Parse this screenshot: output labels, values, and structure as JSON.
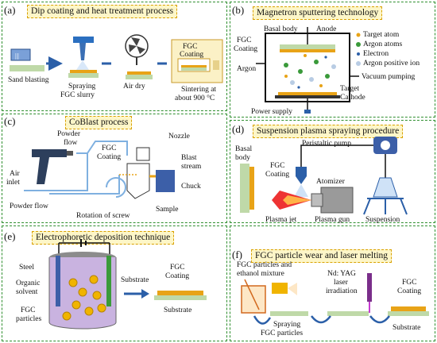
{
  "panels": {
    "a": {
      "label": "(a)",
      "title": "Dip coating and heat treatment process",
      "step1": "Sand blasting",
      "step2": [
        "Spraying",
        "FGC slurry"
      ],
      "step3": "Air dry",
      "coating": [
        "FGC",
        "Coating"
      ],
      "step4": [
        "Sintering at",
        "about 900 °C"
      ]
    },
    "b": {
      "label": "(b)",
      "title": "Magnetron sputtering technology",
      "basal": "Basal body",
      "anode": "Anode",
      "fgc": [
        "FGC",
        "Coating"
      ],
      "argon": "Argon",
      "vacuum": "Vacuum pumping",
      "target": "Target",
      "cathode": "Cathode",
      "power": "Power supply",
      "legend": [
        "Target atom",
        "Argon atoms",
        "Electron",
        "Argon positive ion"
      ],
      "legend_colors": [
        "#e8a317",
        "#3a9a3a",
        "#2b5fa8",
        "#b8cce4"
      ]
    },
    "c": {
      "label": "(c)",
      "title": "CoBlast process",
      "powder_flow_top": [
        "Powder",
        "flow"
      ],
      "air_inlet": [
        "Air",
        "inlet"
      ],
      "powder_flow_bottom": "Powder flow",
      "fgc": [
        "FGC",
        "Coating"
      ],
      "nozzle": "Nozzle",
      "blast": [
        "Blast",
        "stream"
      ],
      "chuck": "Chuck",
      "sample": "Sample",
      "rotation": "Rotation of screw"
    },
    "d": {
      "label": "(d)",
      "title": "Suspension plasma spraying procedure",
      "basal": [
        "Basal",
        "body"
      ],
      "fgc": [
        "FGC",
        "Coating"
      ],
      "pump": "Peristaltic pump",
      "atomizer": "Atomizer",
      "jet": "Plasma jet",
      "gun": "Plasma gun",
      "suspension": "Suspension"
    },
    "e": {
      "label": "(e)",
      "title": "Electrophoretic deposition technique",
      "steel": "Steel",
      "organic": [
        "Organic",
        "solvent"
      ],
      "particles": [
        "FGC",
        "particles"
      ],
      "substrate_arrow": "Substrate",
      "coating": [
        "FGC",
        "Coating"
      ],
      "substrate": "Substrate"
    },
    "f": {
      "label": "(f)",
      "title": "FGC particle wear and laser melting",
      "mixture": [
        "FGC particles and",
        "ethanol mixture"
      ],
      "laser": [
        "Nd: YAG",
        "laser",
        "irradiation"
      ],
      "coating": [
        "FGC",
        "Coating"
      ],
      "spraying": [
        "Spraying",
        "FGC particles"
      ],
      "substrate": "Substrate"
    }
  }
}
